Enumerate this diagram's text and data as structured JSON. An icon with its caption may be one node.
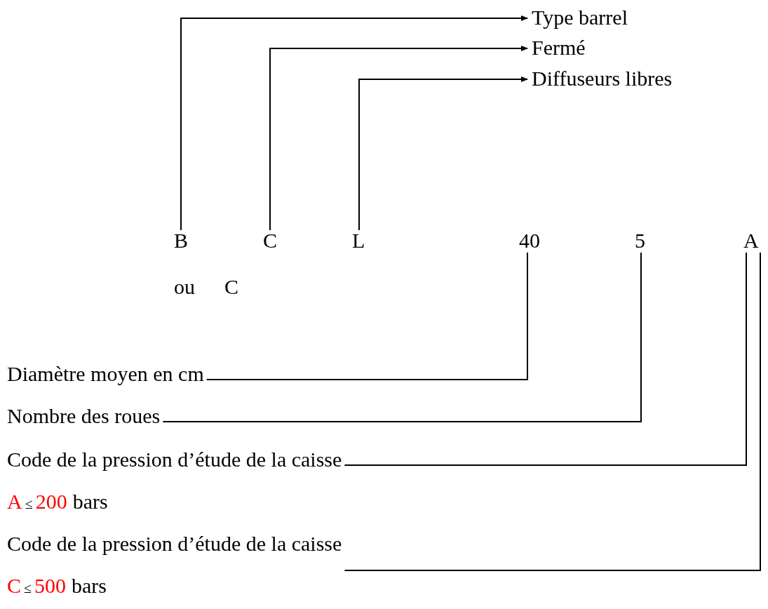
{
  "diagram": {
    "nodes": [
      {
        "text": [
          "Type barrel"
        ]
      },
      {
        "text": [
          "Fermé"
        ]
      },
      {
        "text": [
          "Diffuseurs libres"
        ]
      },
      {
        "text": [
          "B"
        ]
      },
      {
        "text": [
          "C"
        ]
      },
      {
        "text": [
          "L"
        ]
      },
      {
        "text": [
          "40"
        ]
      },
      {
        "text": [
          "5"
        ]
      },
      {
        "text": [
          "A"
        ]
      },
      {
        "text": [
          "Diamètre moyen en cm"
        ]
      },
      {
        "text": [
          "Nombre des roues"
        ]
      },
      {
        "text": [
          "Code de la pression d’étude de la caisse"
        ],
        "beside": [
          "A",
          "≤",
          "200",
          "bars"
        ]
      },
      {
        "text": [
          "Code de la pression d’étude de la caisse"
        ],
        "beside": [
          "C",
          "≤",
          "500",
          "bars"
        ]
      }
    ],
    "edges": [
      {
        "from": 3,
        "to": 0,
        "arrow": "to"
      },
      {
        "from": 4,
        "to": 1,
        "arrow": "to"
      },
      {
        "from": 5,
        "to": 2,
        "arrow": "to"
      },
      {
        "from": 9,
        "to": 6,
        "arrow": "none"
      },
      {
        "from": 10,
        "to": 7,
        "arrow": "none"
      },
      {
        "from": 11,
        "to": 8,
        "arrow": "none"
      },
      {
        "from": 12,
        "to": 8,
        "arrow": "none"
      }
    ],
    "labels": [
      "ou",
      "C"
    ]
  }
}
